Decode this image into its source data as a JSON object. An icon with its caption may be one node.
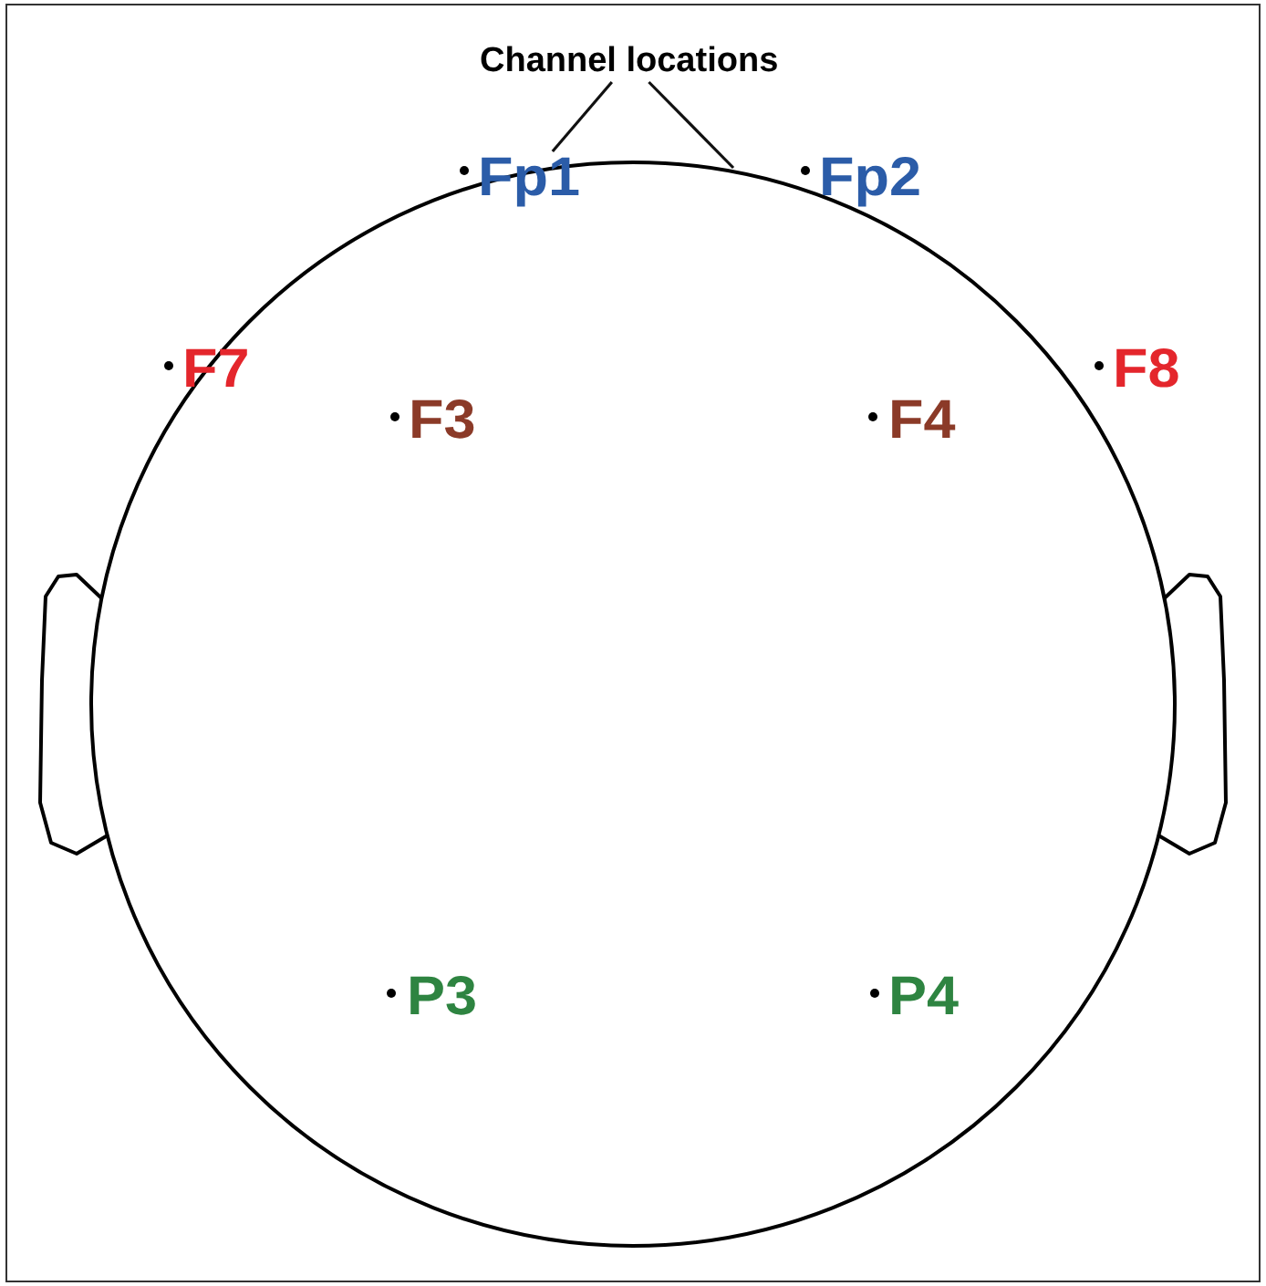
{
  "diagram": {
    "nodes": [
      {
        "text": [
          "Channel locations"
        ]
      },
      {
        "text": [
          "Fp1"
        ]
      },
      {
        "text": [
          "Fp2"
        ]
      }
    ],
    "edges": [
      {
        "from": 0,
        "to": 1,
        "arrow": "none"
      },
      {
        "from": 0,
        "to": null,
        "arrow": "none"
      }
    ],
    "labels": [
      "F7",
      "F8",
      "F3",
      "F4",
      "P3",
      "P4"
    ]
  }
}
